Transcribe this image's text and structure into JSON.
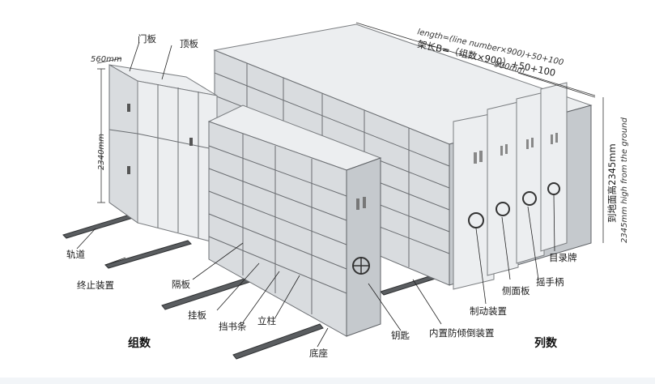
{
  "labels": {
    "door": "门板",
    "top_panel": "顶板",
    "depth": "560mm",
    "height_left": "2340mm",
    "length_en": "length=(line number×900)+50+100",
    "length_cn": "架长B=（组数×900）+50+100",
    "width_900": "900mm",
    "height_right_cn": "到地面高2345mm",
    "height_right_en": "2345mm high from the ground",
    "track": "轨道",
    "end_device": "终止装置",
    "partition": "隔板",
    "hanging_board": "挂板",
    "book_stop": "挡书条",
    "column": "立柱",
    "base": "底座",
    "key": "钥匙",
    "anti_tilt": "内置防倾倒装置",
    "brake": "制动装置",
    "side_panel": "侧面板",
    "handle": "摇手柄",
    "catalog_card": "目录牌",
    "group_count": "组数",
    "column_count": "列数"
  }
}
